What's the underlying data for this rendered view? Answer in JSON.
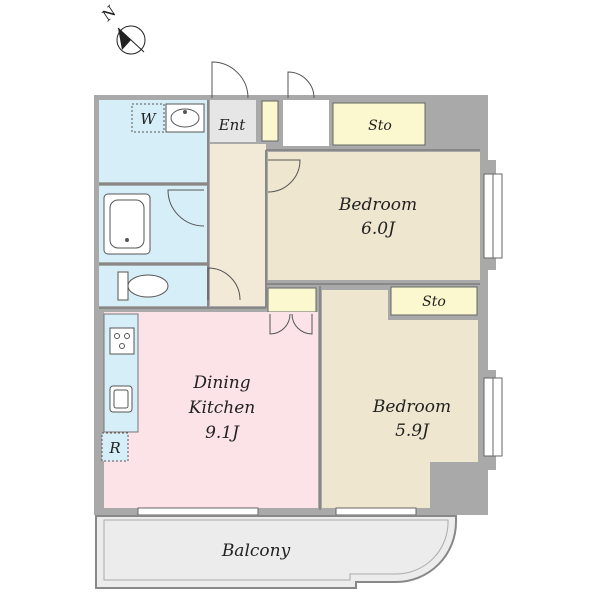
{
  "compass": {
    "label": "N",
    "icon": "north-arrow-icon"
  },
  "rooms": {
    "entrance": {
      "label": "Ent"
    },
    "washroom": {
      "label": "W"
    },
    "storage_top": {
      "label": "Sto"
    },
    "storage_mid": {
      "label": "Sto"
    },
    "bedroom_north": {
      "label": "Bedroom",
      "size": "6.0J"
    },
    "bedroom_south": {
      "label": "Bedroom",
      "size": "5.9J"
    },
    "dining_kitchen": {
      "label_line1": "Dining",
      "label_line2": "Kitchen",
      "size": "9.1J"
    },
    "refrigerator": {
      "label": "R"
    },
    "balcony": {
      "label": "Balcony"
    }
  },
  "fixtures": [
    "washbasin-icon",
    "washing-machine-icon",
    "bathtub-icon",
    "toilet-icon",
    "stove-icon",
    "sink-icon"
  ],
  "colors": {
    "wall": "#a9a9a9",
    "bedroom": "#efe6cf",
    "corridor": "#f2ead6",
    "dining": "#fbe3e7",
    "wet_area": "#d6eef7",
    "storage": "#fbf8cf",
    "balcony": "#ececec"
  }
}
